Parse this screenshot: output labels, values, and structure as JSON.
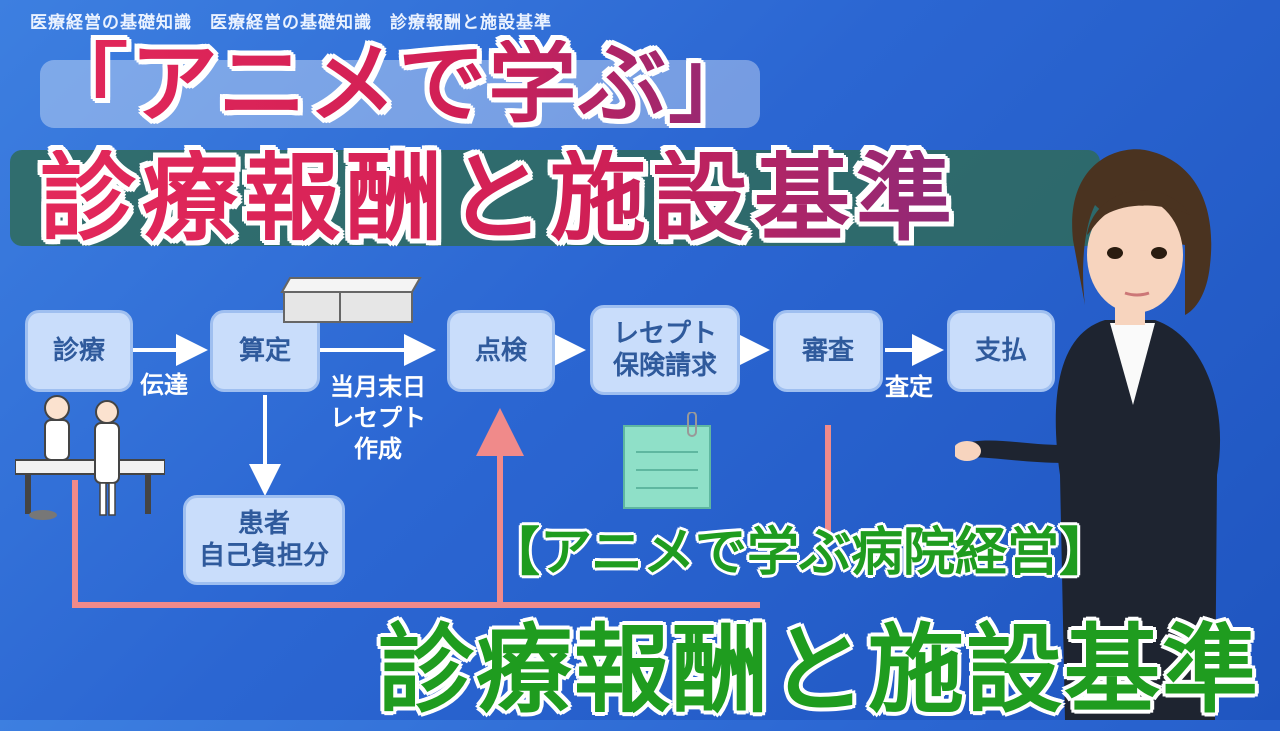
{
  "breadcrumb": "医療経営の基礎知識　医療経営の基礎知識　診療報酬と施設基準",
  "title": {
    "line1": "「アニメで学ぶ」",
    "line2": "診療報酬と施設基準"
  },
  "flowchart": {
    "nodes": {
      "shinryo": "診療",
      "santei": "算定",
      "kanja": "患者\n自己負担分",
      "tenken": "点検",
      "receipt": "レセプト\n保険請求",
      "shinsa": "審査",
      "shiharai": "支払"
    },
    "labels": {
      "dentatsu": "伝達",
      "getsumatsu": "当月末日\nレセプト\n作成",
      "satei": "査定"
    }
  },
  "subtitle": {
    "bracket": "【アニメで学ぶ病院経営】",
    "main": "診療報酬と施設基準"
  },
  "colors": {
    "title_red": "#e3285a",
    "title_purple": "#8e2a78",
    "subtitle_green": "#1f9c1f",
    "node_fill": "#c9ddfb",
    "node_text": "#2f5a9c",
    "return_line": "#f08a8a",
    "background": "#2b66d2"
  }
}
